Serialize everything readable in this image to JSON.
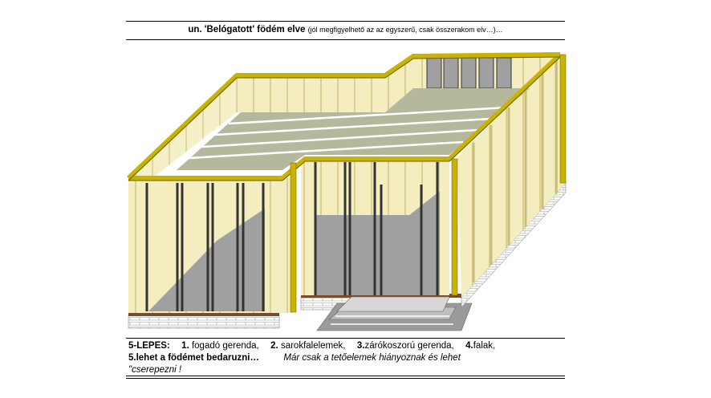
{
  "title": {
    "bold": "un. 'Belógatott' födém elve",
    "small": "(jól megfigyelhető az az egyszerű, csak összerakom elv…)…"
  },
  "caption": {
    "step": "5-LEPES:",
    "n1": "1.",
    "t1": "fogadó gerenda,",
    "n2": "2.",
    "t2": "sarokfalelemek,",
    "n3": "3.",
    "t3": "zárókoszorú gerenda,",
    "n4": "4.",
    "t4": "falak,",
    "n5": "5.lehet a födémet bedaruzni…",
    "note1": "Már csak a tetőelemek hiányoznak és lehet",
    "note2": "\"cserepezni !"
  },
  "colors": {
    "wall": "#F4EDC0",
    "beam": "#C8B400",
    "slab": "#B6B89E",
    "opening": "#A0A0A0",
    "brick": "#7A4B2C"
  }
}
